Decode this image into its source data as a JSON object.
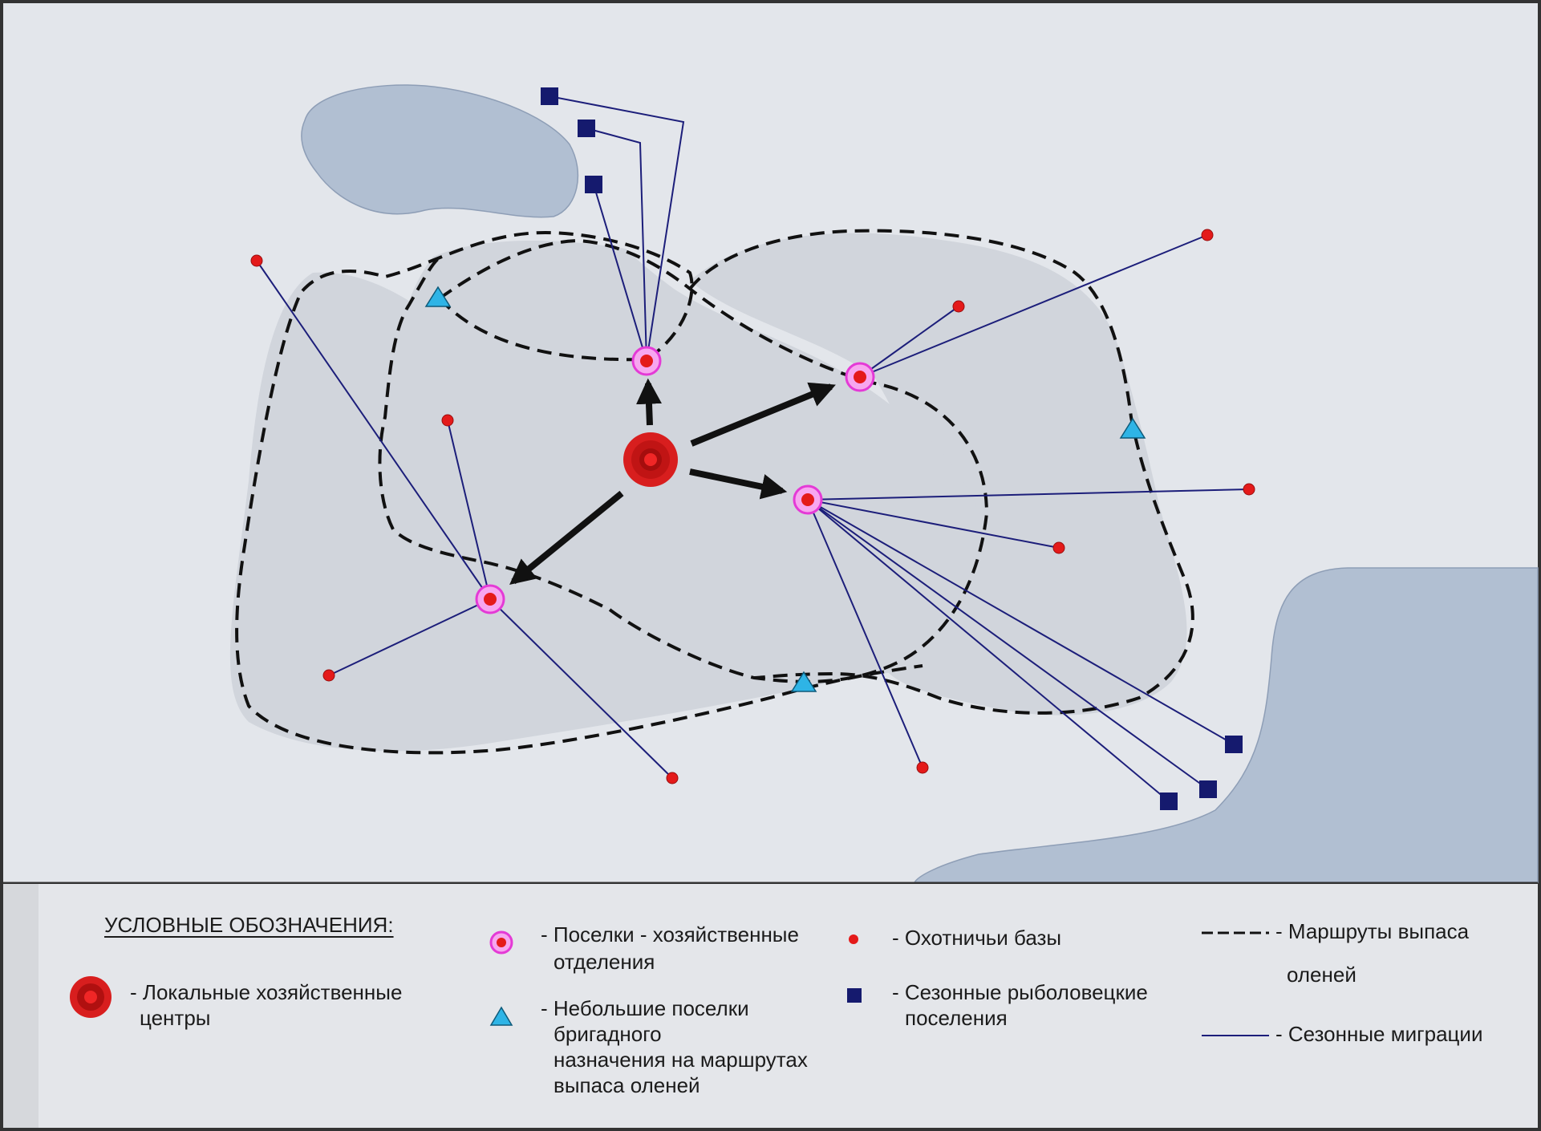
{
  "colors": {
    "background": "#e3e6eb",
    "water": "#b1bfd2",
    "grazing_area": "#d1d5dc",
    "migration_line": "#1c1e7a",
    "center_red": "#d81e1e",
    "settlement_ring": "#ee55e0",
    "brigade_triangle": "#2eb4e6",
    "fishing_square": "#151a6e",
    "arrow": "#111111"
  },
  "legend": {
    "title": "УСЛОВНЫЕ ОБОЗНАЧЕНИЯ:",
    "local_centers": [
      "- Локальные хозяйственные",
      "центры"
    ],
    "settlements": [
      "- Поселки - хозяйственные",
      "отделения"
    ],
    "brigade_settlements": [
      "- Небольшие поселки",
      "бригадного",
      "назначения на маршрутах",
      "выпаса оленей"
    ],
    "hunting_bases": "- Охотничьи базы",
    "fishing_settlements": [
      "- Сезонные рыболовецкие",
      "поселения"
    ],
    "grazing_routes": [
      "- Маршруты выпаса",
      "оленей"
    ],
    "seasonal_migrations": "- Сезонные миграции"
  }
}
